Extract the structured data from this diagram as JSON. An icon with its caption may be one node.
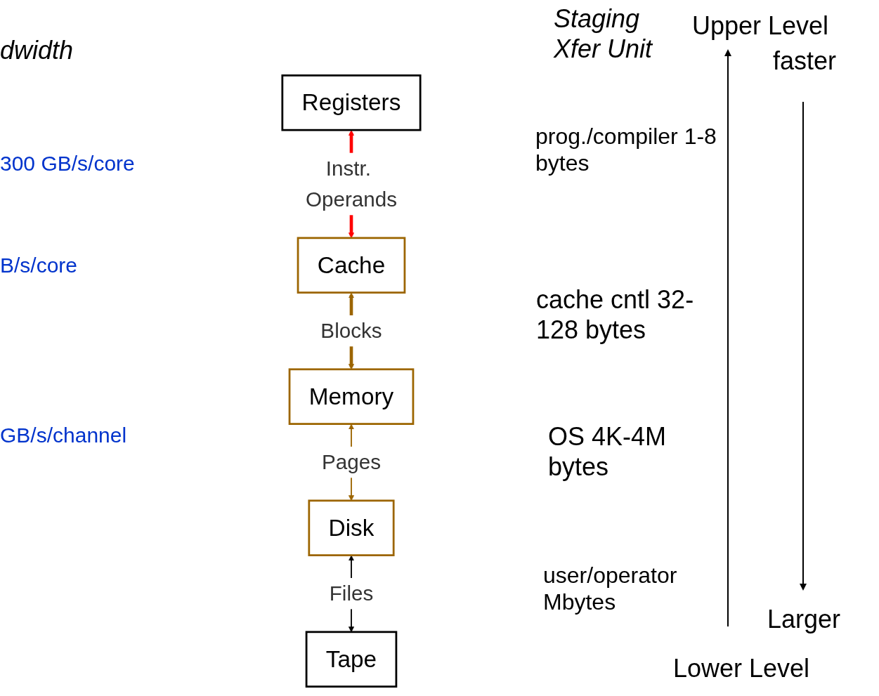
{
  "diagram": {
    "nodes": [
      {
        "text": [
          "Registers"
        ]
      },
      {
        "text": [
          "Cache"
        ]
      },
      {
        "text": [
          "Memory"
        ]
      },
      {
        "text": [
          "Disk"
        ]
      },
      {
        "text": [
          "Tape"
        ]
      }
    ],
    "edges": [
      {
        "from": 0,
        "to": 1,
        "arrow": "both",
        "label": "Instr. Operands",
        "style": "thick",
        "color": "#ff0000"
      },
      {
        "from": 1,
        "to": 2,
        "arrow": "both",
        "label": "Blocks",
        "style": "thick",
        "color": "#9c6500"
      },
      {
        "from": 2,
        "to": 3,
        "arrow": "both",
        "label": "Pages",
        "color": "#9c6500"
      },
      {
        "from": 3,
        "to": 4,
        "arrow": "both",
        "label": "Files",
        "color": "#000000"
      }
    ],
    "labels": [
      "Staging Xfer Unit",
      "Upper Level",
      "faster",
      "dwidth",
      "prog./compiler 1-8 bytes",
      "300 GB/s/core",
      "B/s/core",
      "cache cntl 32-128 bytes",
      "GB/s/channel",
      "OS 4K-4M bytes",
      "user/operator Mbytes",
      "Larger",
      "Lower Level"
    ]
  }
}
